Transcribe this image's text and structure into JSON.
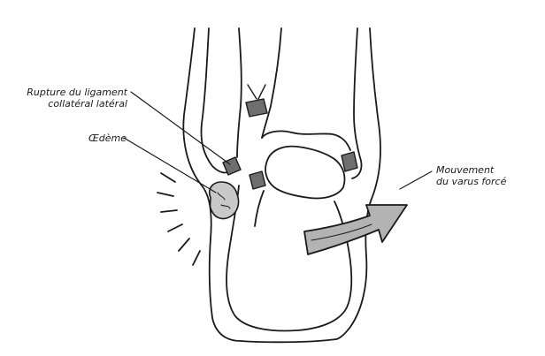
{
  "labels": {
    "rupture": {
      "line1": "Rupture du ligament",
      "line2": "collatéral latéral"
    },
    "oedeme": "Œdème",
    "mouvement": {
      "line1": "Mouvement",
      "line2": "du varus forcé"
    }
  },
  "colors": {
    "ink": "#1a1a1a",
    "arrow_fill": "#b3b3b3",
    "ligament_fill": "#6e6e6e",
    "oedeme_fill": "#c8c8c8",
    "background": "#ffffff"
  }
}
